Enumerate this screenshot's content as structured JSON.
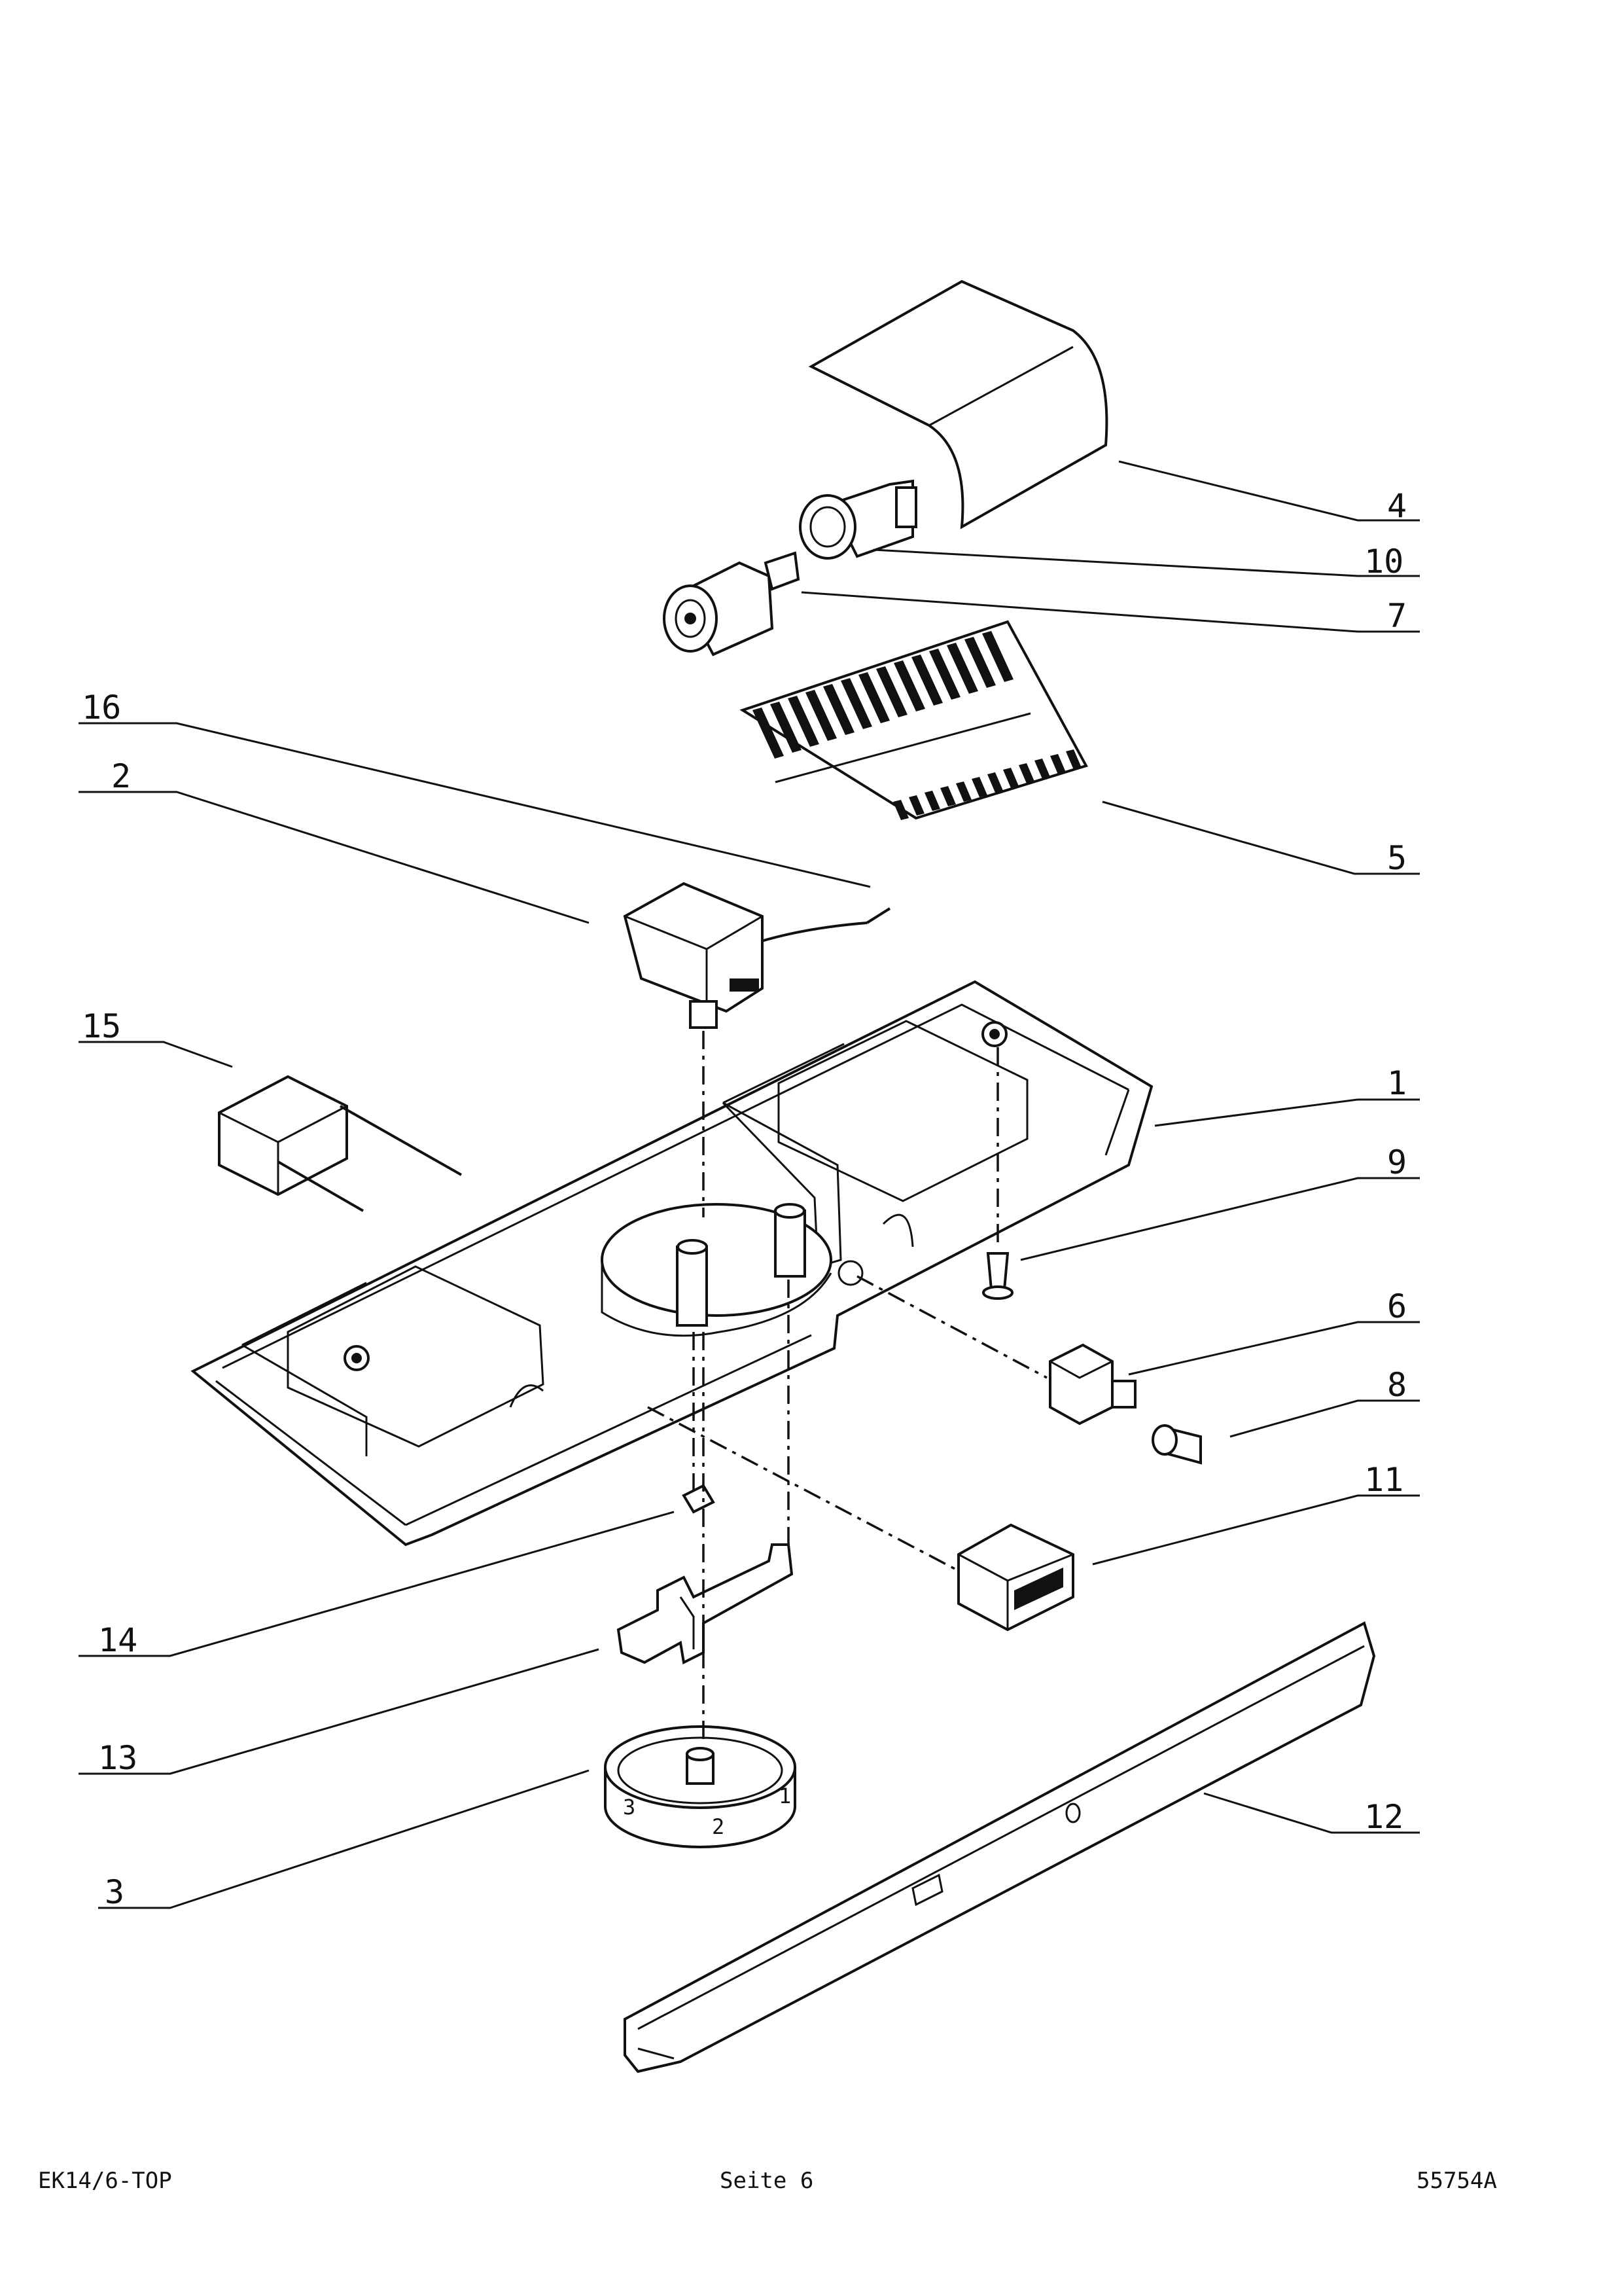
{
  "diagram": {
    "part_labels": [
      {
        "id": "p4",
        "text": "4"
      },
      {
        "id": "p10",
        "text": "10"
      },
      {
        "id": "p7",
        "text": "7"
      },
      {
        "id": "p16",
        "text": "16"
      },
      {
        "id": "p2",
        "text": "2"
      },
      {
        "id": "p5",
        "text": "5"
      },
      {
        "id": "p15",
        "text": "15"
      },
      {
        "id": "p1",
        "text": "1"
      },
      {
        "id": "p9",
        "text": "9"
      },
      {
        "id": "p6",
        "text": "6"
      },
      {
        "id": "p8",
        "text": "8"
      },
      {
        "id": "p11",
        "text": "11"
      },
      {
        "id": "p14",
        "text": "14"
      },
      {
        "id": "p13",
        "text": "13"
      },
      {
        "id": "p12",
        "text": "12"
      },
      {
        "id": "p3",
        "text": "3"
      }
    ],
    "dial_marks": [
      "3",
      "2",
      "1"
    ]
  },
  "footer": {
    "left": "EK14/6-TOP",
    "center": "Seite 6",
    "right": "55754A"
  }
}
